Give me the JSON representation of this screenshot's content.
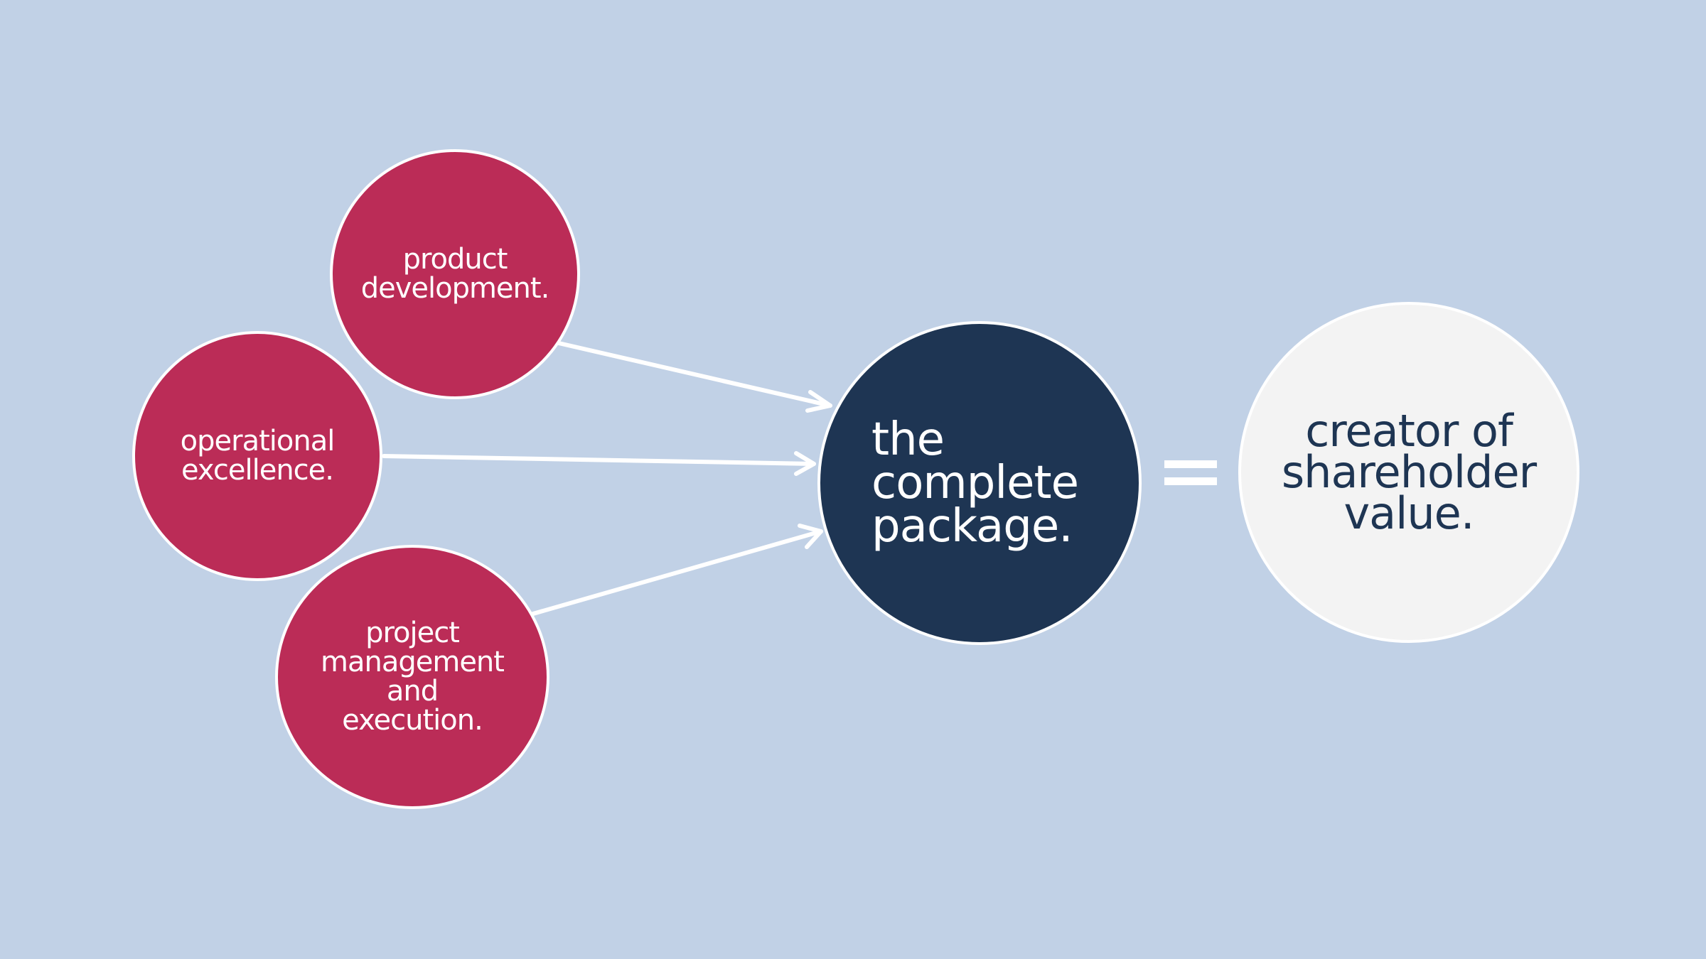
{
  "diagram": {
    "inputs": [
      {
        "id": "product",
        "label": "product\ndevelopment."
      },
      {
        "id": "operational",
        "label": "operational\nexcellence."
      },
      {
        "id": "project",
        "label": "project\nmanagement\nand\nexecution."
      }
    ],
    "center": {
      "label": "the\ncomplete\npackage."
    },
    "result": {
      "label": "creator of\nshareholder\nvalue."
    },
    "operator_symbol": "equals",
    "colors": {
      "background": "#c1d1e6",
      "input_fill": "#bb2c57",
      "center_fill": "#1e3553",
      "result_fill": "#f3f3f3",
      "result_text": "#1e3553",
      "stroke": "#ffffff"
    }
  }
}
